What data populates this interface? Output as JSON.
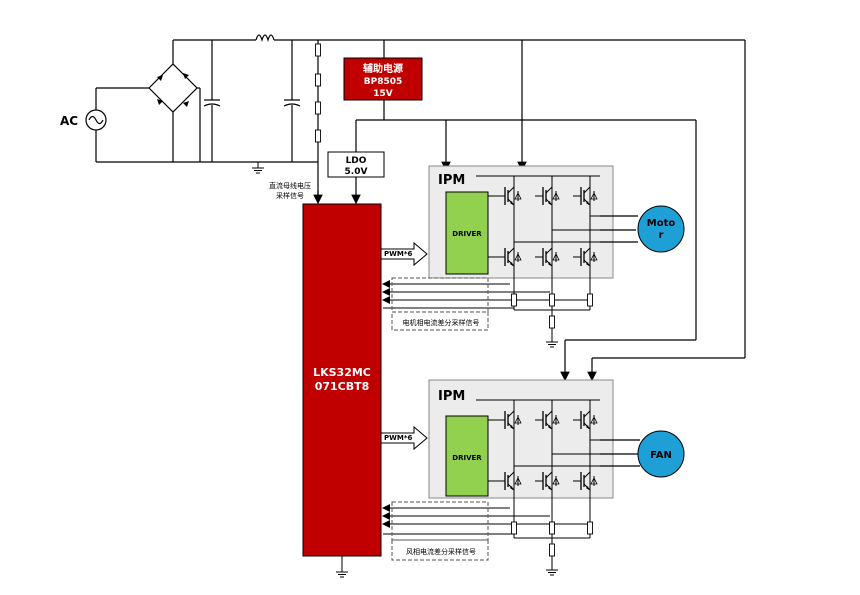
{
  "ac_label": "AC",
  "aux_power": {
    "line1": "辅助电源",
    "line2": "BP8505",
    "line3": "15V"
  },
  "ldo": {
    "line1": "LDO",
    "line2": "5.0V"
  },
  "bus_sense": {
    "line1": "直流母线电压",
    "line2": "采样信号"
  },
  "mcu": {
    "line1": "LKS32MC",
    "line2": "071CBT8"
  },
  "ipm1": {
    "title": "IPM",
    "driver": "DRIVER",
    "pwm": "PWM*6",
    "load_line1": "Moto",
    "load_line2": "r",
    "sense": "电机相电流差分采样信号"
  },
  "ipm2": {
    "title": "IPM",
    "driver": "DRIVER",
    "pwm": "PWM*6",
    "load": "FAN",
    "sense": "风相电流差分采样信号"
  },
  "colors": {
    "mcu": "#c00000",
    "aux": "#c00000",
    "driver": "#92d050",
    "load": "#1e9fd6",
    "ipm_bg": "#ececec"
  }
}
